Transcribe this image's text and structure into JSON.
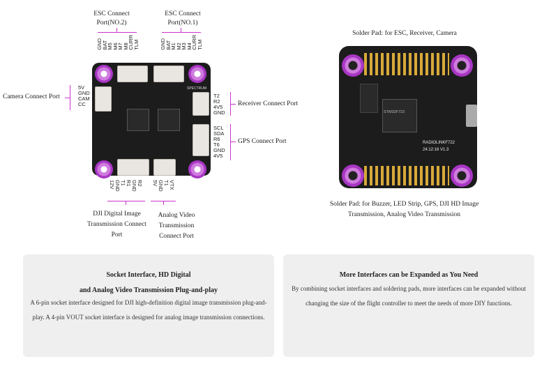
{
  "left": {
    "esc2": "ESC Connect Port(NO.2)",
    "esc1": "ESC Connect Port(NO.1)",
    "esc_pins": [
      "GND",
      "BAT",
      "M5",
      "M6",
      "M7",
      "M8",
      "CURR",
      "TLM"
    ],
    "esc_pins1": [
      "GND",
      "BAT",
      "M1",
      "M2",
      "M3",
      "M4",
      "CURR",
      "TLM"
    ],
    "camera_label": "Camera Connect Port",
    "camera_pins": [
      "5V",
      "GND",
      "CAM",
      "CC"
    ],
    "receiver_label": "Receiver Connect Port",
    "receiver_pins": [
      "T2",
      "R2",
      "4V5",
      "GND"
    ],
    "gps_label": "GPS Connect Port",
    "gps_pins": [
      "SCL",
      "SDA",
      "R6",
      "T6",
      "GND",
      "4V5"
    ],
    "dji_pins": [
      "12V",
      "GND",
      "T1",
      "R1",
      "GND",
      "R2"
    ],
    "vtx_pins": [
      "5V",
      "GND",
      "T1",
      "VTX"
    ],
    "dji_label": "DJI Digital Image Transmission Connect Port",
    "vtx_label": "Analog Video Transmission Connect Port",
    "board_text_spectrum": "SPECTRUM"
  },
  "right": {
    "top_label": "Solder Pad: for ESC, Receiver, Camera",
    "bottom_label": "Solder Pad: for Buzzer, LED Strip, GPS, DJI HD Image Transmission, Analog Video Transmission",
    "chip_text": "STM32F722",
    "brand_text": "RADIOLINKF722",
    "version_text": "24:12:16 V1.3"
  },
  "panels": [
    {
      "title_line1": "Socket Interface, HD Digital",
      "title_line2": "and Analog Video Transmission Plug-and-play",
      "text": "A 6-pin socket interface designed for DJI high-definition digital image transmission plug-and-play. A 4-pin VOUT socket interface is designed for analog image transmission connections."
    },
    {
      "title": "More Interfaces can be Expanded as You Need",
      "text": "By combining socket interfaces and soldering pads, more interfaces can be expanded without changing the size of the flight controller to meet the needs of more DIY functions."
    }
  ],
  "colors": {
    "accent": "#cc33cc",
    "board": "#1c1c1c",
    "panel": "#efefef"
  }
}
